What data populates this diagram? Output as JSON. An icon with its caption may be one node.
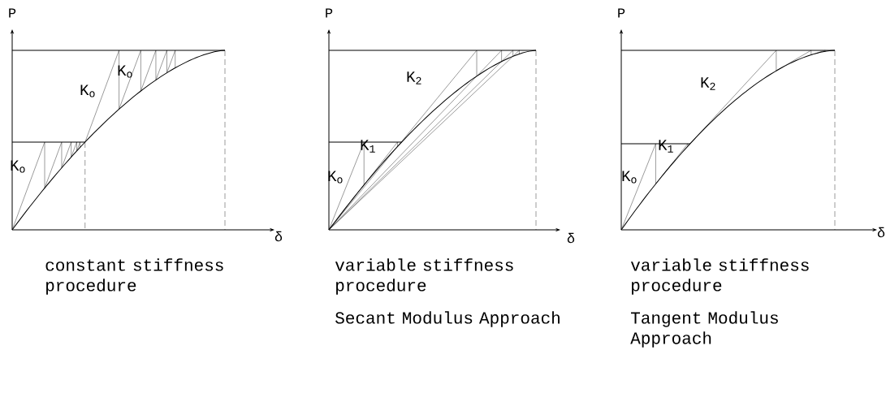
{
  "diagram": {
    "labels": [
      "P",
      "K$_{o}$",
      "K$_{o}$",
      "K$_{o}$",
      "δ",
      "constant stiffness procedure",
      "P",
      "K$_{2}$",
      "K$_{1}$",
      "K$_{o}$",
      "δ",
      "variable stiffness procedure",
      "Secant Modulus Approach",
      "P",
      "K$_{2}$",
      "K$_{1}$",
      "K$_{o}$",
      "δ",
      "variable stiffness procedure",
      "Tangent Modulus Approach"
    ]
  }
}
